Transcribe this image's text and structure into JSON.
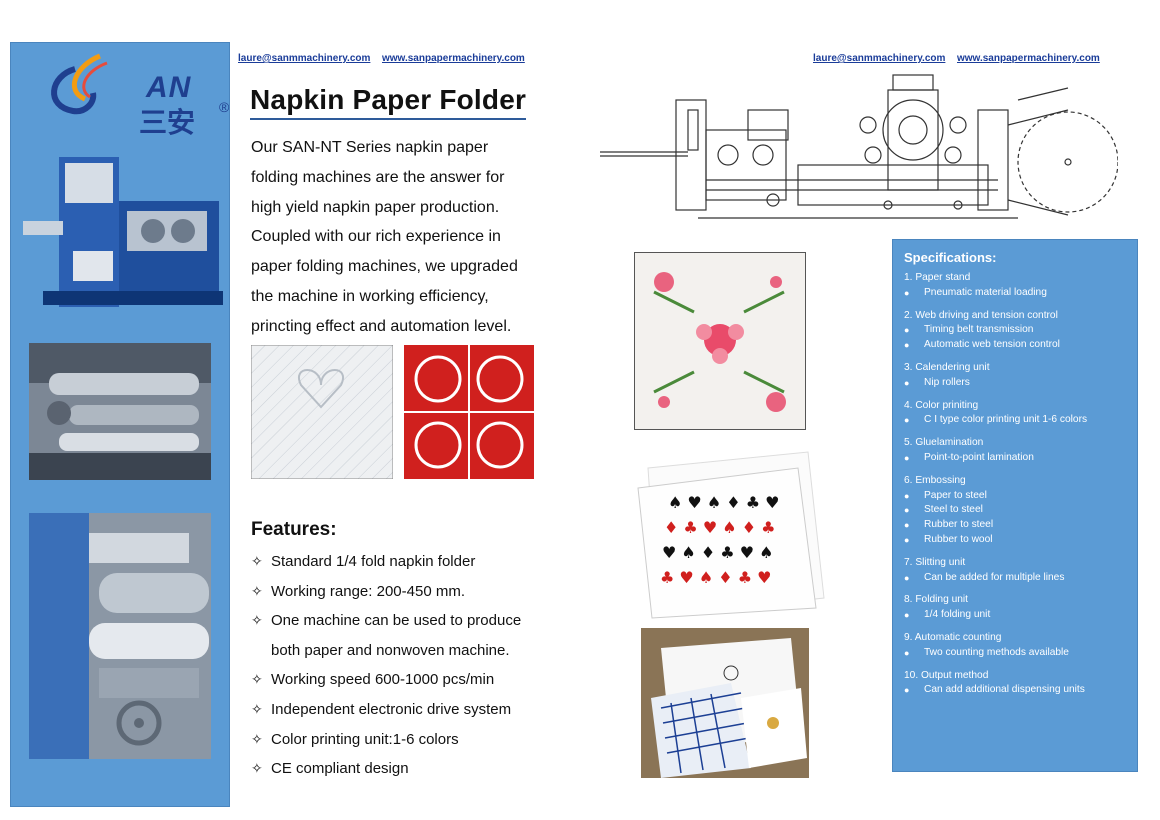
{
  "brand": {
    "logo_letters": "AN",
    "logo_cn": "三安",
    "logo_reg": "®"
  },
  "links": {
    "email": "laure@sanmmachinery.com",
    "website": "www.sanpapermachinery.com"
  },
  "title": "Napkin Paper Folder",
  "intro_lines": [
    "Our SAN-NT Series napkin paper",
    "folding machines are the answer for",
    "high yield napkin paper production.",
    "Coupled with our rich experience in",
    "paper folding machines, we upgraded",
    "the machine in working efficiency,",
    "princting effect and automation level."
  ],
  "features": {
    "heading": "Features:",
    "items": [
      "Standard 1/4 fold napkin folder",
      "Working range: 200-450 mm.",
      "One machine can be used to produce",
      "Working speed 600-1000 pcs/min",
      "Independent electronic drive system",
      "Color printing unit:1-6 colors",
      "CE compliant design"
    ],
    "continuation": "both paper and nonwoven machine."
  },
  "specs": {
    "heading": "Specifications:",
    "groups": [
      {
        "title": "1.  Paper stand",
        "items": [
          "Pneumatic material loading"
        ]
      },
      {
        "title": "2.  Web driving and tension control",
        "items": [
          "Timing belt transmission",
          "Automatic web tension control"
        ]
      },
      {
        "title": "3.  Calendering unit",
        "items": [
          "Nip rollers"
        ]
      },
      {
        "title": "4.  Color priniting",
        "items": [
          "C I type color printing unit 1-6 colors"
        ]
      },
      {
        "title": "5.  Gluelamination",
        "items": [
          "Point-to-point lamination"
        ]
      },
      {
        "title": "6.  Embossing",
        "items": [
          "Paper to steel",
          "Steel to steel",
          "Rubber to steel",
          "Rubber to wool"
        ]
      },
      {
        "title": "7.  Slitting unit",
        "items": [
          "Can be added for multiple lines"
        ]
      },
      {
        "title": "8.  Folding unit",
        "items": [
          "1/4 folding unit"
        ]
      },
      {
        "title": "9.  Automatic counting",
        "items": [
          "Two counting methods available"
        ]
      },
      {
        "title": "10.  Output method",
        "items": [
          "Can add additional dispensing units"
        ]
      }
    ]
  },
  "colors": {
    "panel_blue": "#5b9bd5",
    "logo_blue": "#1f3f8f",
    "link_blue": "#1a3c99",
    "title_underline": "#2e5b9a",
    "napkin_red": "#d0201e"
  },
  "icons": {
    "feature_bullet": "four-point-star-outline",
    "spec_bullet": "filled-dot"
  }
}
